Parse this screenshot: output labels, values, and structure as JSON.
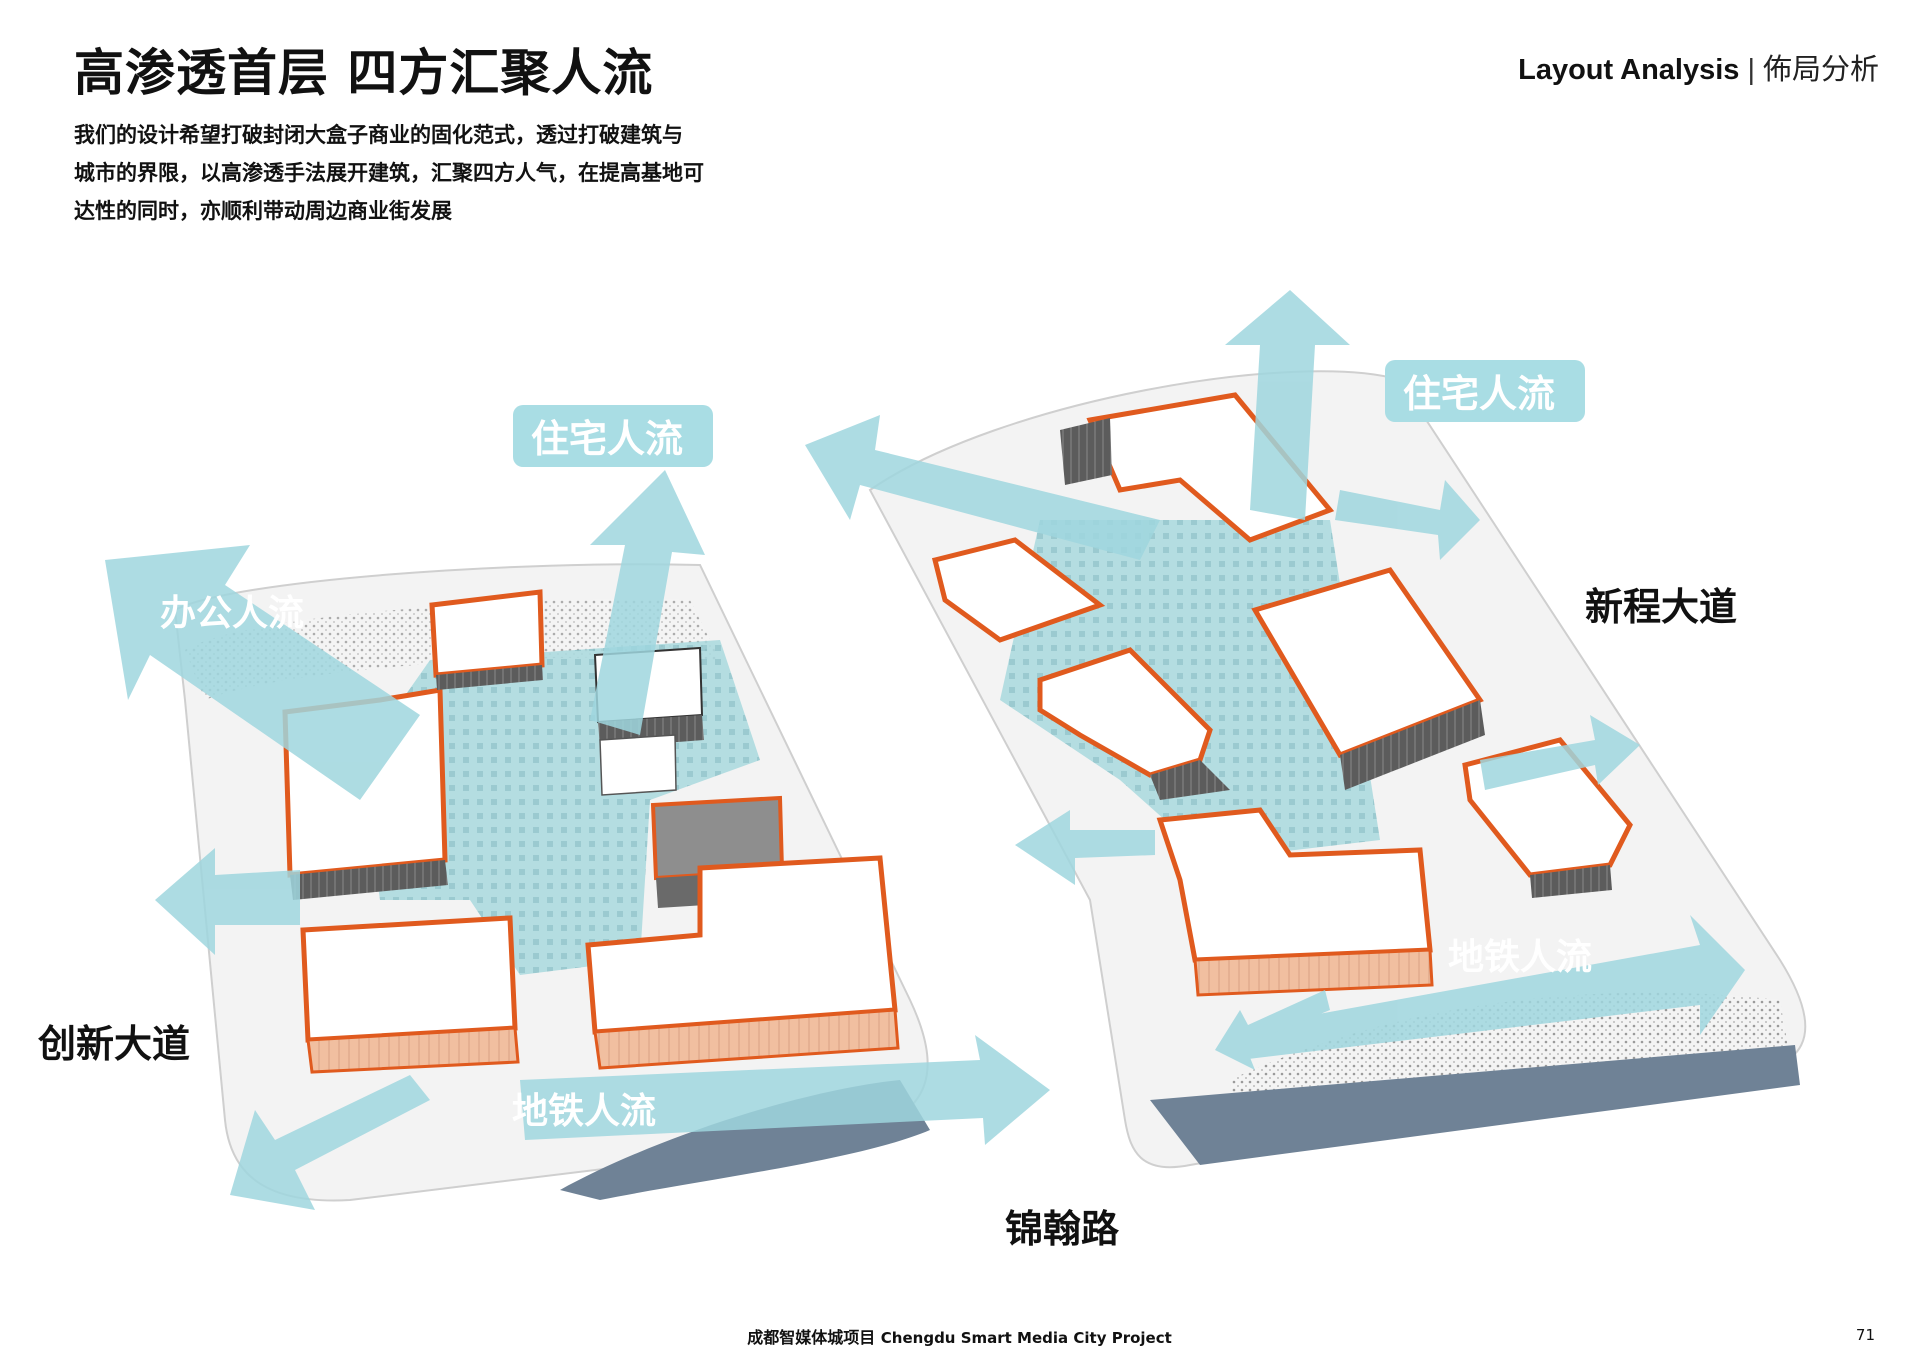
{
  "header": {
    "title": "高渗透首层 四方汇聚人流",
    "description_lines": [
      "我们的设计希望打破封闭大盒子商业的固化范式，透过打破建筑与",
      "城市的界限，以高渗透手法展开建筑，汇聚四方人气，在提高基地可",
      "达性的同时，亦顺利带动周边商业街发展"
    ],
    "section_en": "Layout Analysis",
    "section_sep": "|",
    "section_cn": "佈局分析"
  },
  "diagram": {
    "flow_labels": {
      "office": "办公人流",
      "residential_left": "住宅人流",
      "residential_right": "住宅人流",
      "metro_left": "地铁人流",
      "metro_right": "地铁人流"
    },
    "roads": {
      "innovation_ave": "创新大道",
      "xincheng_ave": "新程大道",
      "jinhan_rd": "锦翰路"
    },
    "colors": {
      "flow": "#9fd6de",
      "flow_label_pill": "#a9dde4",
      "building_outline": "#e05a1e",
      "facade": "#f1bfa0",
      "water": "#6f8296",
      "site": "#f2f2f2"
    }
  },
  "footer": {
    "project_cn": "成都智媒体城项目",
    "project_en": "Chengdu Smart Media City Project",
    "page_number": "71"
  }
}
